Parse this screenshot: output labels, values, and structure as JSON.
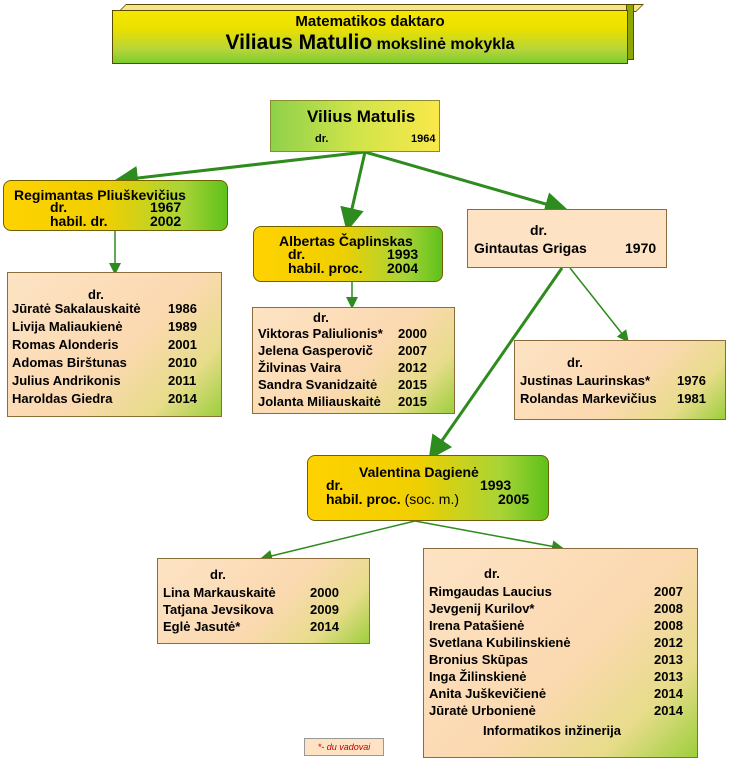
{
  "title": {
    "line1": "Matematikos daktaro",
    "name": "Viliaus Matulio",
    "rest": "mokslinė mokykla"
  },
  "root": {
    "name": "Vilius Matulis",
    "degree": "dr.",
    "year": "1964"
  },
  "pliuskevicius": {
    "name": "Regimantas  Pliuškevičius",
    "dr_label": "dr.",
    "dr_year": "1967",
    "habil_label": "habil. dr.",
    "habil_year": "2002",
    "students_header": "dr.",
    "students": [
      {
        "name": "Jūratė  Sakalauskaitė",
        "year": "1986"
      },
      {
        "name": "Livija  Maliaukienė",
        "year": "1989"
      },
      {
        "name": "Romas  Alonderis",
        "year": "2001"
      },
      {
        "name": "Adomas  Birštunas",
        "year": "2010"
      },
      {
        "name": "Julius  Andrikonis",
        "year": "2011"
      },
      {
        "name": "Haroldas  Giedra",
        "year": "2014"
      }
    ]
  },
  "caplinskas": {
    "name": "Albertas Čaplinskas",
    "dr_label": "dr.",
    "dr_year": "1993",
    "habil_label": "habil. proc.",
    "habil_year": "2004",
    "students_header": "dr.",
    "students": [
      {
        "name": "Viktoras Paliulionis*",
        "year": "2000"
      },
      {
        "name": "Jelena  Gasperovič",
        "year": "2007"
      },
      {
        "name": "Žilvinas Vaira",
        "year": "2012"
      },
      {
        "name": "Sandra  Svanidzaitė",
        "year": "2015"
      },
      {
        "name": "Jolanta  Miliauskaitė",
        "year": "2015"
      }
    ]
  },
  "grigas": {
    "dr_label": "dr.",
    "name": "Gintautas  Grigas",
    "year": "1970",
    "students_header": "dr.",
    "students": [
      {
        "name": "Justinas  Laurinskas*",
        "year": "1976"
      },
      {
        "name": "Rolandas  Markevičius",
        "year": "1981"
      }
    ]
  },
  "dagiene": {
    "name": "Valentina  Dagienė",
    "dr_label": "dr.",
    "dr_year": "1993",
    "habil_label": "habil. proc.",
    "habil_note": "(soc. m.)",
    "habil_year": "2005",
    "left_header": "dr.",
    "left_students": [
      {
        "name": "Lina  Markauskaitė",
        "year": "2000"
      },
      {
        "name": "Tatjana  Jevsikova",
        "year": "2009"
      },
      {
        "name": "Eglė Jasutė*",
        "year": "2014"
      }
    ],
    "right_header": "dr.",
    "right_students": [
      {
        "name": "Rimgaudas  Laucius",
        "year": "2007"
      },
      {
        "name": "Jevgenij  Kurilov*",
        "year": "2008"
      },
      {
        "name": "Irena  Patašienė",
        "year": "2008"
      },
      {
        "name": "Svetlana  Kubilinskienė",
        "year": "2012"
      },
      {
        "name": "Bronius  Skūpas",
        "year": "2013"
      },
      {
        "name": "Inga  Žilinskienė",
        "year": "2013"
      },
      {
        "name": "Anita  Juškevičienė",
        "year": "2014"
      },
      {
        "name": "Jūratė  Urbonienė",
        "year": "2014"
      }
    ],
    "right_footer": "Informatikos  inžinerija"
  },
  "footnote": "*- du vadovai",
  "colors": {
    "line": "#2e8b1e",
    "title_bg": "#f0d000"
  }
}
